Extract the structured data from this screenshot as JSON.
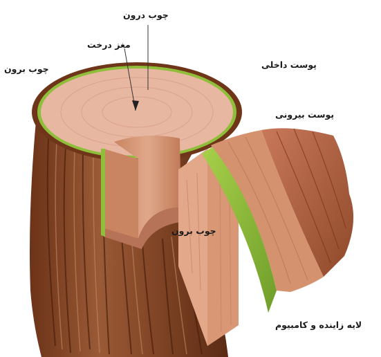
{
  "labels": {
    "heartwood": "چوب درون",
    "pith": "مغز درخت",
    "sapwood_top": "چوب برون",
    "inner_bark": "پوست داخلی",
    "outer_bark": "پوست بیرونی",
    "sapwood_mid": "چوب برون",
    "cambium": "لایه زاینده و کامبیوم"
  },
  "colors": {
    "bark": "#8a4b2e",
    "bark_dark": "#5a2a14",
    "wood_top": "#e8b4a0",
    "wood_side": "#d99a7a",
    "cambium": "#8fbf3a",
    "inner_bark": "#c98560",
    "outer_bark": "#b86a45"
  }
}
